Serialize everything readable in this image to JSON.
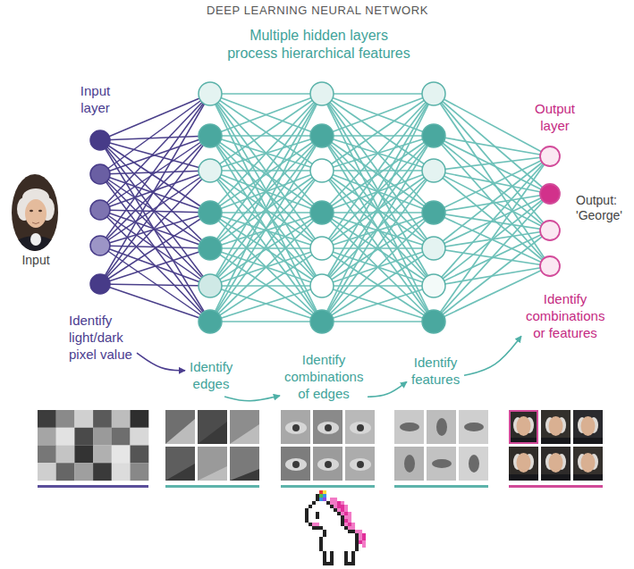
{
  "diagram": {
    "title": "DEEP LEARNING NEURAL NETWORK",
    "nodes": [
      {
        "text": [
          "Identify light/dark pixel value"
        ]
      },
      {
        "text": [
          "Identify edges"
        ]
      },
      {
        "text": [
          "Identify combinations of edges"
        ]
      },
      {
        "text": [
          "Identify features"
        ]
      },
      {
        "text": [
          "Identify combinations or features"
        ]
      }
    ],
    "edges": [
      {
        "from": 0,
        "to": 1,
        "arrow": "to"
      },
      {
        "from": 1,
        "to": 2,
        "arrow": "to"
      },
      {
        "from": 2,
        "to": 3,
        "arrow": "to"
      },
      {
        "from": 3,
        "to": 4,
        "arrow": "to"
      }
    ],
    "labels": [
      "Multiple hidden layers process hierarchical features",
      "Input layer",
      "Input",
      "Output layer",
      "Output: 'George'"
    ]
  }
}
